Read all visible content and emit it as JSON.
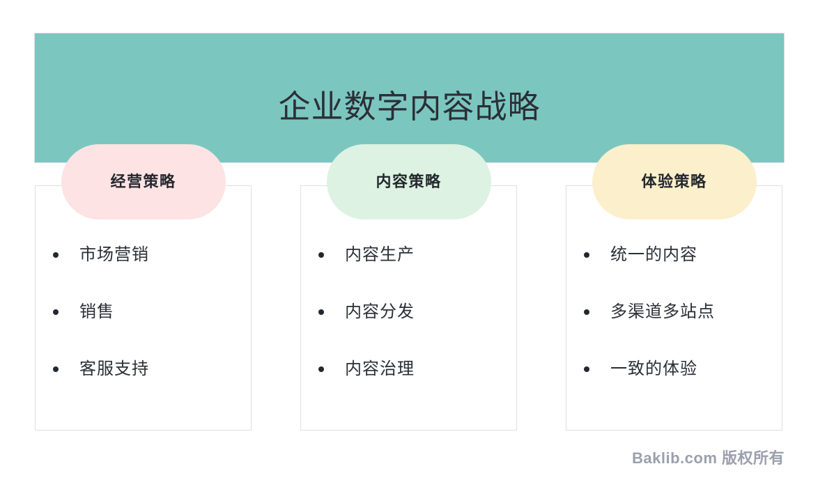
{
  "slide": {
    "title": "企业数字内容战略",
    "banner_color": "#7cc6c0",
    "background_color": "#ffffff"
  },
  "columns": [
    {
      "pill_label": "经营策略",
      "pill_color": "#fde3e3",
      "items": [
        "市场营销",
        "销售",
        "客服支持"
      ]
    },
    {
      "pill_label": "内容策略",
      "pill_color": "#ddf2e2",
      "items": [
        "内容生产",
        "内容分发",
        "内容治理"
      ]
    },
    {
      "pill_label": "体验策略",
      "pill_color": "#fcefcb",
      "items": [
        "统一的内容",
        "多渠道多站点",
        "一致的体验"
      ]
    }
  ],
  "footer": {
    "watermark": "Baklib.com 版权所有",
    "color": "#9aa0ad"
  }
}
